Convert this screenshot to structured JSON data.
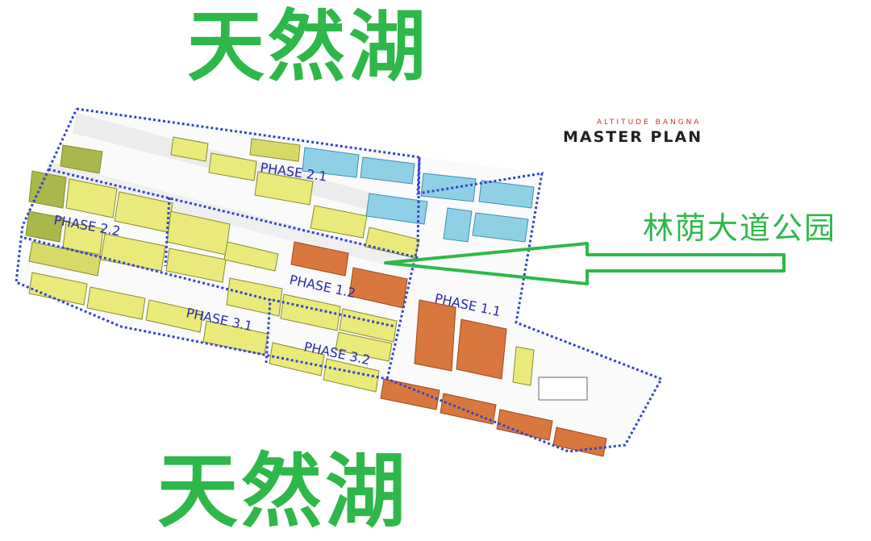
{
  "lake_label_top": "天然湖",
  "lake_label_bottom": "天然湖",
  "master_plan": {
    "brand": "ALTITUDE BANGNA",
    "title": "MASTER PLAN"
  },
  "park_label": "林荫大道公园",
  "phases": {
    "p1_1": "PHASE 1.1",
    "p1_2": "PHASE 1.2",
    "p2_1": "PHASE 2.1",
    "p2_2": "PHASE 2.2",
    "p3_1": "PHASE 3.1",
    "p3_2": "PHASE 3.2"
  },
  "colors": {
    "lake_text": "#2fb84a",
    "boundary": "#3344cc",
    "phase_text": "#2a2aa8",
    "yellow_units": "#e9ea7a",
    "olive_units": "#a9b84a",
    "blue_units": "#8fd0e6",
    "orange_units": "#d9773e",
    "arrow": "#2fb84a"
  }
}
